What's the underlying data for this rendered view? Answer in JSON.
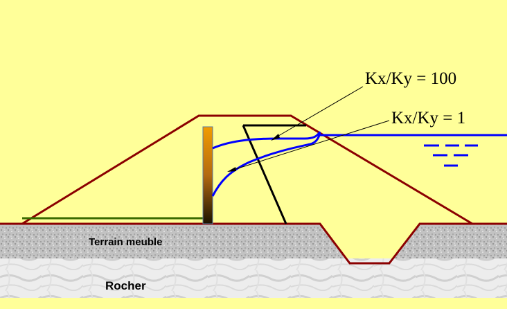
{
  "diagram": {
    "labels": {
      "kx_ky_100": "Kx/Ky = 100",
      "kx_ky_1": "Kx/Ky = 1",
      "terrain_meuble": "Terrain meuble",
      "rocher": "Rocher"
    },
    "colors": {
      "background": "#FFFF99",
      "dam_outline": "#8B0000",
      "phreatic_line": "#0000FF",
      "drain_line": "#3A6B00",
      "cutoff_line": "#000000",
      "soil_layer": "#BDBDBD",
      "rock_layer": "#E6E6E6"
    }
  }
}
